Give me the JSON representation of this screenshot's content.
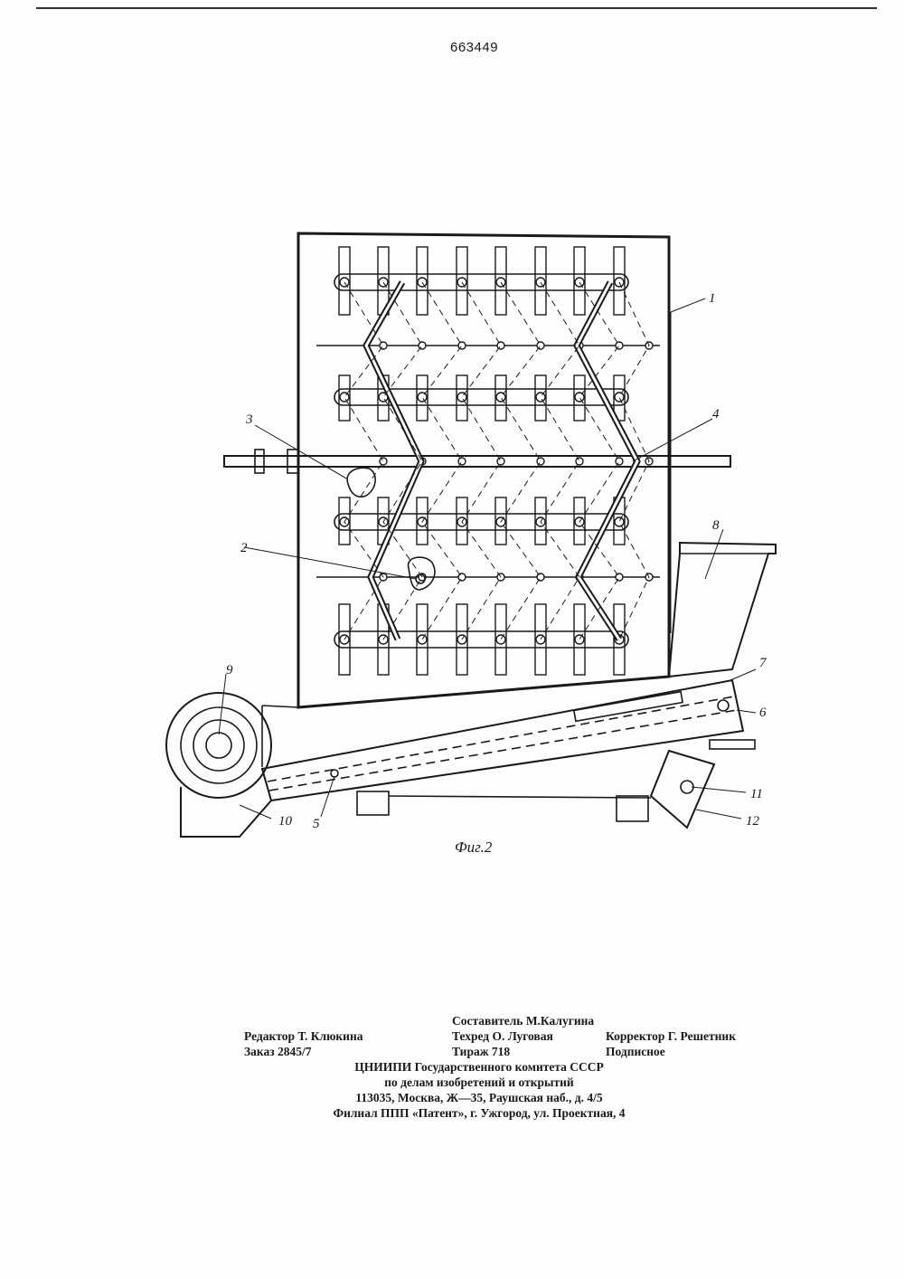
{
  "header": {
    "patent_number": "663449"
  },
  "figure": {
    "caption": "Фиг.2",
    "callouts": [
      "1",
      "2",
      "3",
      "4",
      "5",
      "6",
      "7",
      "8",
      "9",
      "10",
      "11",
      "12"
    ]
  },
  "colophon": {
    "compiler": "Составитель М.Калугина",
    "editor": "Редактор Т. Клюкина",
    "techred": "Техред О. Луговая",
    "corrector": "Корректор Г. Решетник",
    "order": "Заказ 2845/7",
    "print_run": "Тираж 718",
    "subscription": "Подписное",
    "org_line1": "ЦНИИПИ Государственного комитета СССР",
    "org_line2": "по делам изобретений и открытий",
    "org_address": "113035, Москва, Ж—35, Раушская наб., д. 4/5",
    "branch": "Филиал ППП «Патент», г. Ужгород, ул. Проектная, 4"
  }
}
